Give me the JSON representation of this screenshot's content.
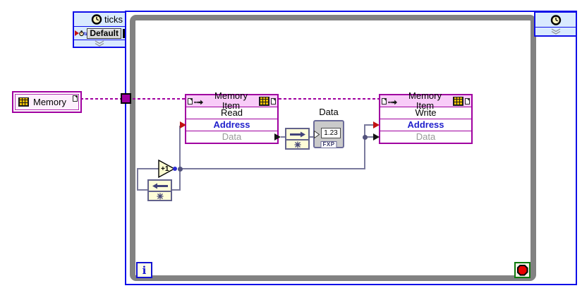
{
  "colors": {
    "structure_blue": "#0F0FE8",
    "panel_blue": "#D9EAFF",
    "loop_border_gray": "#828282",
    "node_magenta": "#A000A0",
    "header_pink": "#F8CCF8",
    "wire_gray": "#7A7A9D",
    "address_text_blue": "#2020CC",
    "data_text_gray": "#9A9A9A",
    "stop_red": "#EA0000",
    "stop_green": "#0E7A0E",
    "memory_icon_gold": "#EFBE00"
  },
  "timed_loop": {
    "input_node": {
      "source_label": "ticks",
      "period_value": "Default"
    },
    "iteration_terminal_label": "i"
  },
  "nodes": {
    "memory_control": {
      "label": "Memory"
    },
    "memory_read": {
      "title": "Memory Item",
      "operation": "Read",
      "address_label": "Address",
      "data_label": "Data"
    },
    "memory_write": {
      "title": "Memory Item",
      "operation": "Write",
      "address_label": "Address",
      "data_label": "Data"
    },
    "data_indicator": {
      "label": "Data",
      "display_value": "1.23",
      "type_badge": "FXP"
    },
    "increment": {
      "label": "+1"
    }
  },
  "icons": {
    "clock": "clock-icon",
    "stopwatch": "stopwatch-icon",
    "run_arrow": "run-arrow-icon",
    "collapse": "chevron-collapse-icon",
    "memory_grid": "memory-grid-icon",
    "page_ref": "page-ref-icon",
    "method_arrow": "method-arrow-icon",
    "feedback_left": "feedback-left-arrow-icon",
    "feedback_right": "feedback-right-arrow-icon",
    "init_asterisk": "init-asterisk-icon",
    "indicator_input": "indicator-input-arrow-icon",
    "stop_sign": "stop-sign-icon"
  }
}
